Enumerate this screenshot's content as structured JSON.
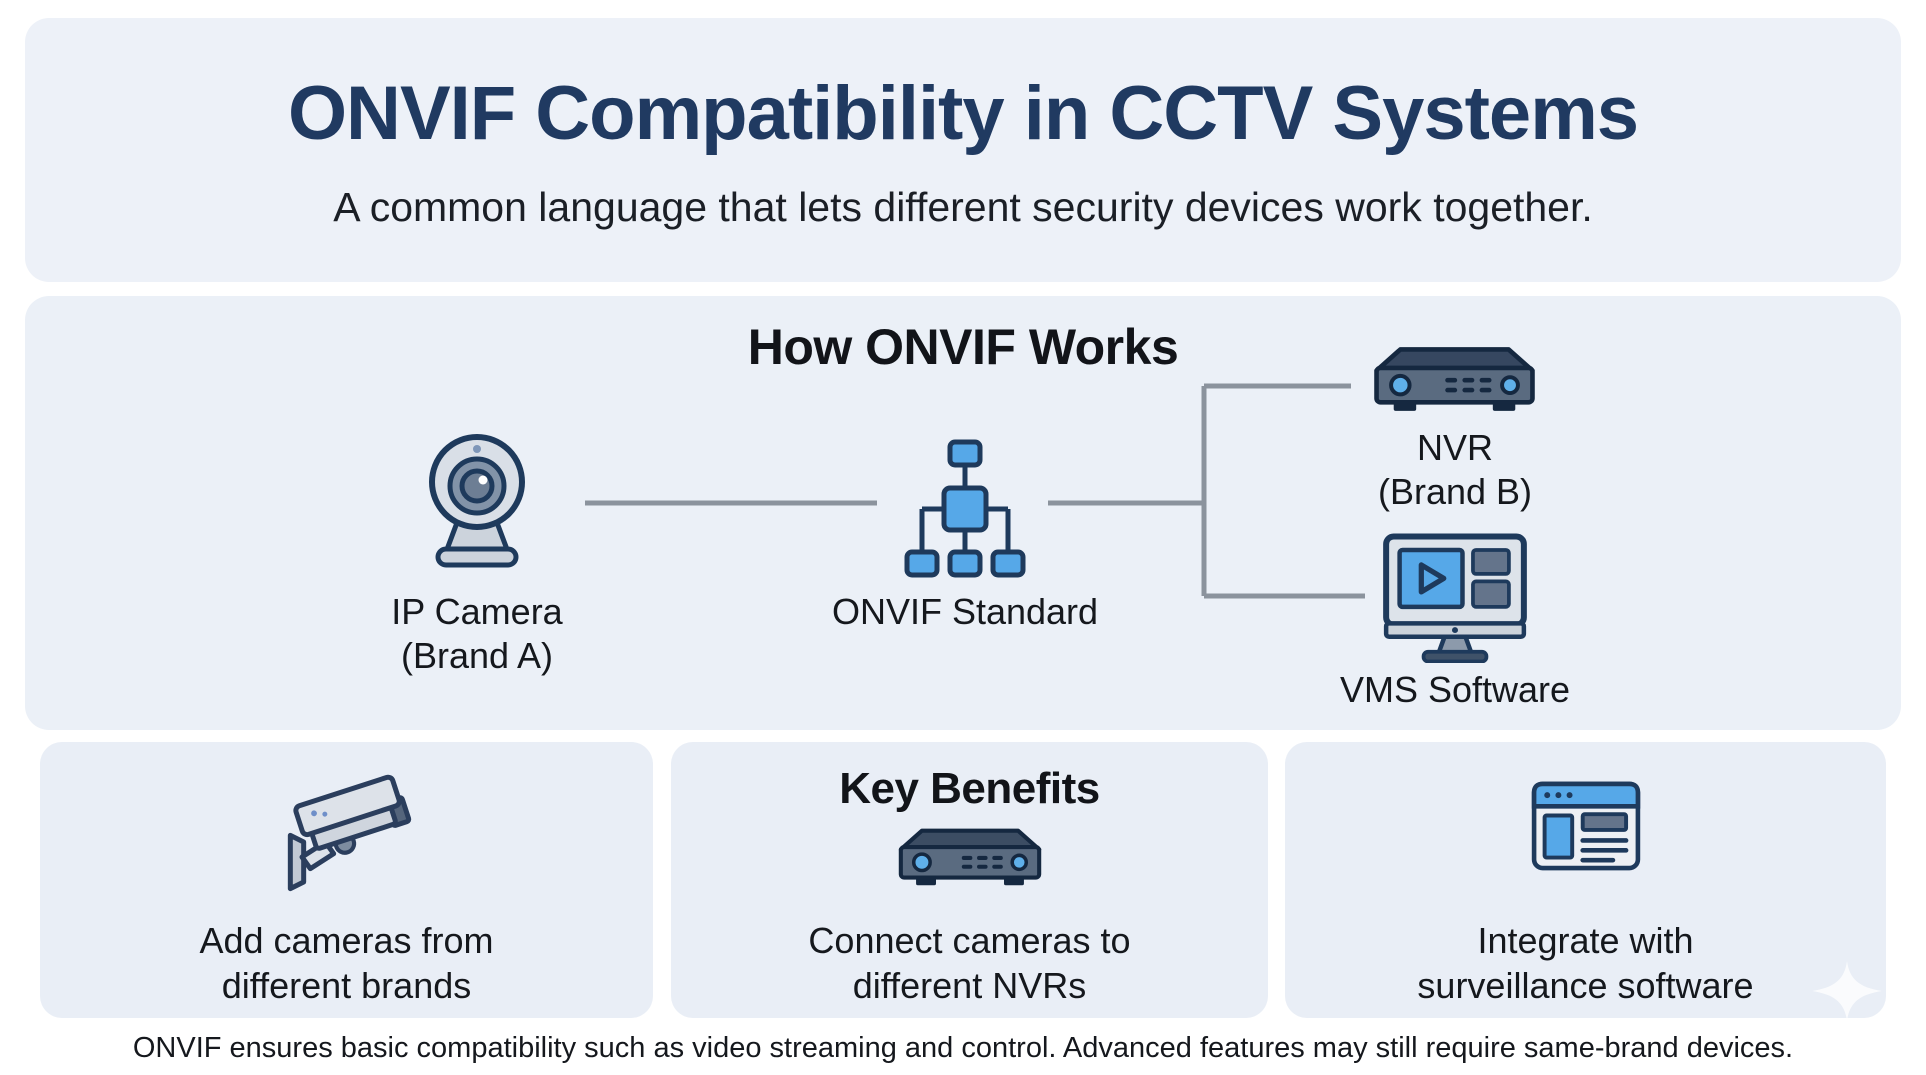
{
  "header": {
    "title": "ONVIF Compatibility in CCTV Systems",
    "subtitle": "A common language that lets different security devices work together."
  },
  "how_it_works": {
    "heading": "How ONVIF Works",
    "camera": {
      "line1": "IP Camera",
      "line2": "(Brand A)"
    },
    "onvif": {
      "line1": "ONVIF Standard"
    },
    "nvr": {
      "line1": "NVR",
      "line2": "(Brand B)"
    },
    "vms": {
      "line1": "VMS Software"
    }
  },
  "benefits": {
    "heading": "Key Benefits",
    "card1": {
      "line1": "Add cameras from",
      "line2": "different brands"
    },
    "card2": {
      "line1": "Connect cameras to",
      "line2": "different NVRs"
    },
    "card3": {
      "line1": "Integrate with",
      "line2": "surveillance software"
    }
  },
  "footer": {
    "note": "ONVIF ensures basic compatibility such as video streaming and control. Advanced features may still require same-brand devices."
  },
  "colors": {
    "title_navy": "#203a61",
    "icon_outline_navy": "#1e3a5c",
    "accent_blue": "#56a8e8",
    "slate": "#5a6b80",
    "panel_bg": "#ebf0f7",
    "card_bg": "#e9eef6",
    "connector_gray": "#8b939d"
  }
}
